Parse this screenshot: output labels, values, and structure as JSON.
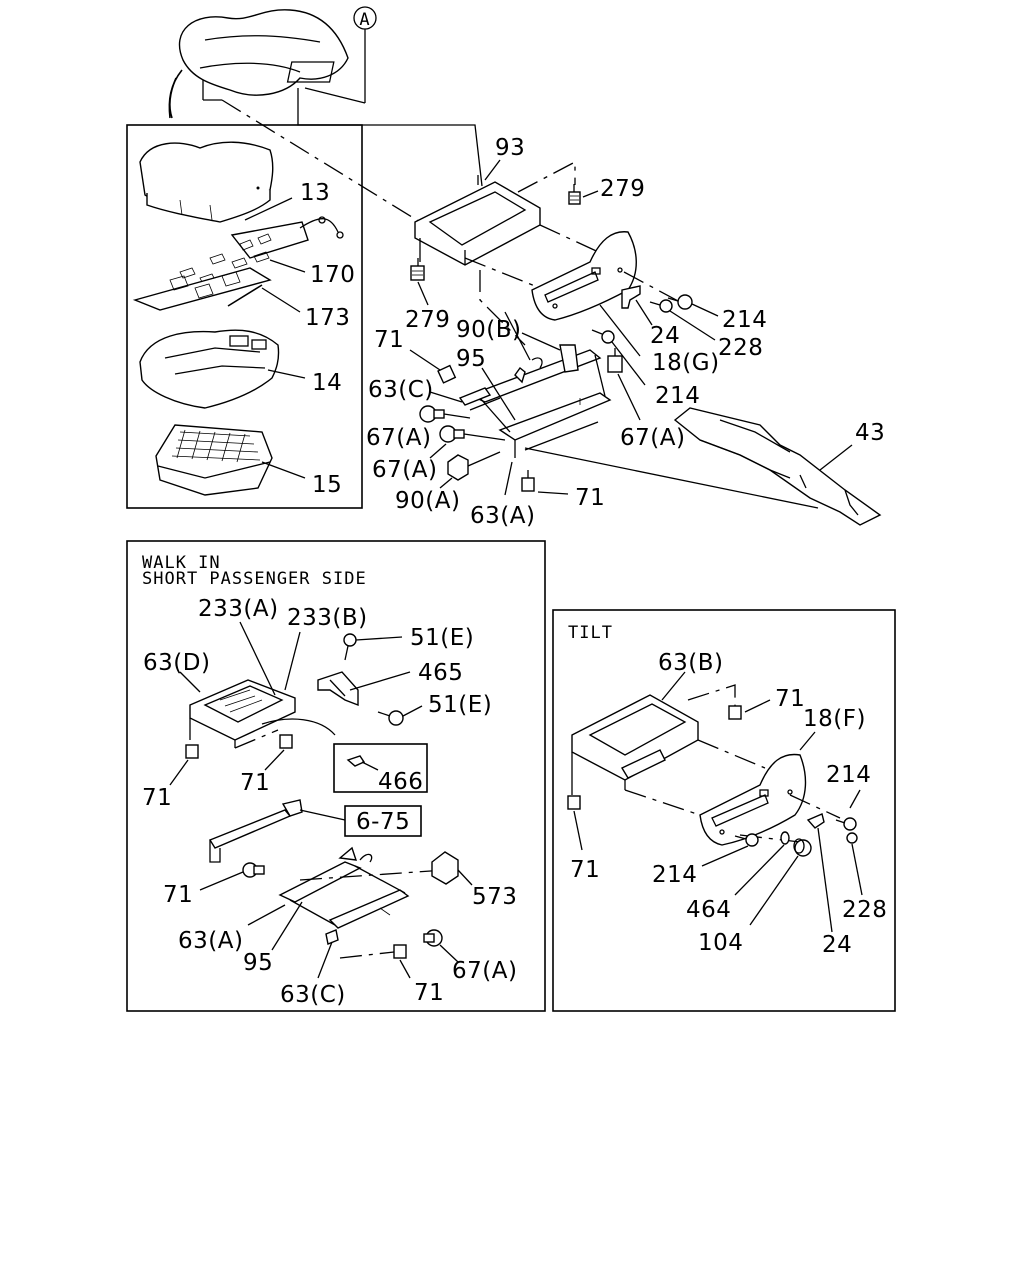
{
  "callout_a": "A",
  "main": {
    "labels": {
      "l13": "13",
      "l170": "170",
      "l173": "173",
      "l14": "14",
      "l15": "15",
      "l93": "93",
      "l279_top": "279",
      "l279_left": "279",
      "l214_a": "214",
      "l24": "24",
      "l228": "228",
      "l18g": "18(G)",
      "l214_b": "214",
      "l71_top": "71",
      "l90b": "90(B)",
      "l95": "95",
      "l63c": "63(C)",
      "l67a_1": "67(A)",
      "l67a_2": "67(A)",
      "l67a_3": "67(A)",
      "l90a": "90(A)",
      "l63a": "63(A)",
      "l71_bot": "71",
      "l43": "43"
    }
  },
  "walk_in": {
    "title_line1": "WALK IN",
    "title_line2": "SHORT PASSENGER SIDE",
    "labels": {
      "l233a": "233(A)",
      "l233b": "233(B)",
      "l51e_1": "51(E)",
      "l465": "465",
      "l51e_2": "51(E)",
      "l63d": "63(D)",
      "l71_a": "71",
      "l71_b": "71",
      "l466": "466",
      "l675": "6-75",
      "l71_c": "71",
      "l573": "573",
      "l63a": "63(A)",
      "l95": "95",
      "l67a": "67(A)",
      "l63c": "63(C)",
      "l71_d": "71"
    }
  },
  "tilt": {
    "title": "TILT",
    "labels": {
      "l63b": "63(B)",
      "l71_a": "71",
      "l18f": "18(F)",
      "l214_a": "214",
      "l71_b": "71",
      "l214_b": "214",
      "l464": "464",
      "l228": "228",
      "l104": "104",
      "l24": "24"
    }
  }
}
